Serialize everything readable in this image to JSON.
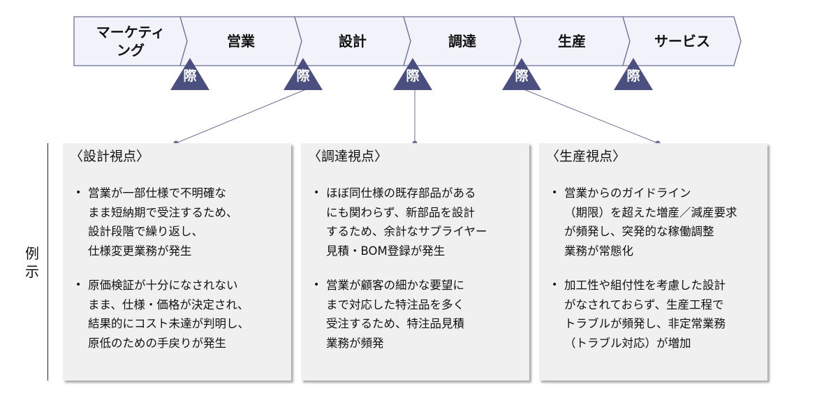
{
  "stages": [
    {
      "label": "マーケティング"
    },
    {
      "label": "営業"
    },
    {
      "label": "設計"
    },
    {
      "label": "調達"
    },
    {
      "label": "生産"
    },
    {
      "label": "サービス"
    }
  ],
  "interface_markers": [
    "際",
    "際",
    "際",
    "際",
    "際"
  ],
  "side_label": "例示",
  "cards": [
    {
      "title": "〈設計視点〉",
      "bullets": [
        "営業が一部仕様で不明確な\nまま短納期で受注するため、\n設計段階で繰り返し、\n仕様変更業務が発生",
        "原価検証が十分になされない\nまま、仕様・価格が決定され、\n結果的にコスト未達が判明し、\n原低のための手戻りが発生"
      ]
    },
    {
      "title": "〈調達視点〉",
      "bullets": [
        "ほぼ同仕様の既存部品がある\nにも関わらず、新部品を設計\nするため、余計なサプライヤー\n見積・BOM登録が発生",
        "営業が顧客の細かな要望に\nまで対応した特注品を多く\n受注するため、特注品見積\n業務が頻発"
      ]
    },
    {
      "title": "〈生産視点〉",
      "bullets": [
        "営業からのガイドライン\n（期限）を超えた増産／減産要求\nが頻発し、突発的な稼働調整\n業務が常態化",
        "加工性や組付性を考慮した設計\nがなされておらず、生産工程で\nトラブルが頻発し、非定常業務\n（トラブル対応）が増加"
      ]
    }
  ],
  "colors": {
    "triangle": "#4a4f80",
    "stage_fill": "#f2f3fa",
    "stage_stroke": "#6a6e98"
  }
}
